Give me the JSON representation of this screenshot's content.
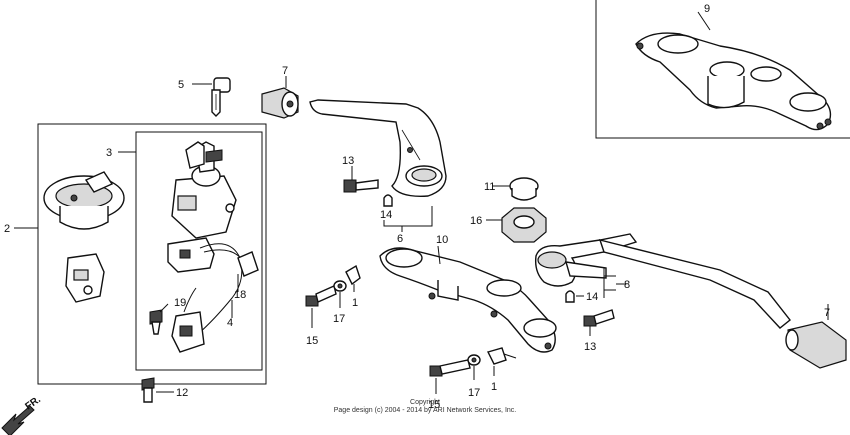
{
  "diagram": {
    "callouts": {
      "c1a": "1",
      "c1b": "1",
      "c2": "2",
      "c3": "3",
      "c4": "4",
      "c5": "5",
      "c6": "6",
      "c7a": "7",
      "c7b": "7",
      "c8": "8",
      "c9": "9",
      "c10": "10",
      "c11": "11",
      "c12": "12",
      "c13a": "13",
      "c13b": "13",
      "c14a": "14",
      "c14b": "14",
      "c15a": "15",
      "c15b": "15",
      "c16": "16",
      "c17a": "17",
      "c17b": "17",
      "c18": "18",
      "c19": "19"
    },
    "direction_label": "FR.",
    "copyright_line1": "Copyright",
    "copyright_line2": "Page design (c) 2004 - 2014 by ARI Network Services, Inc."
  }
}
